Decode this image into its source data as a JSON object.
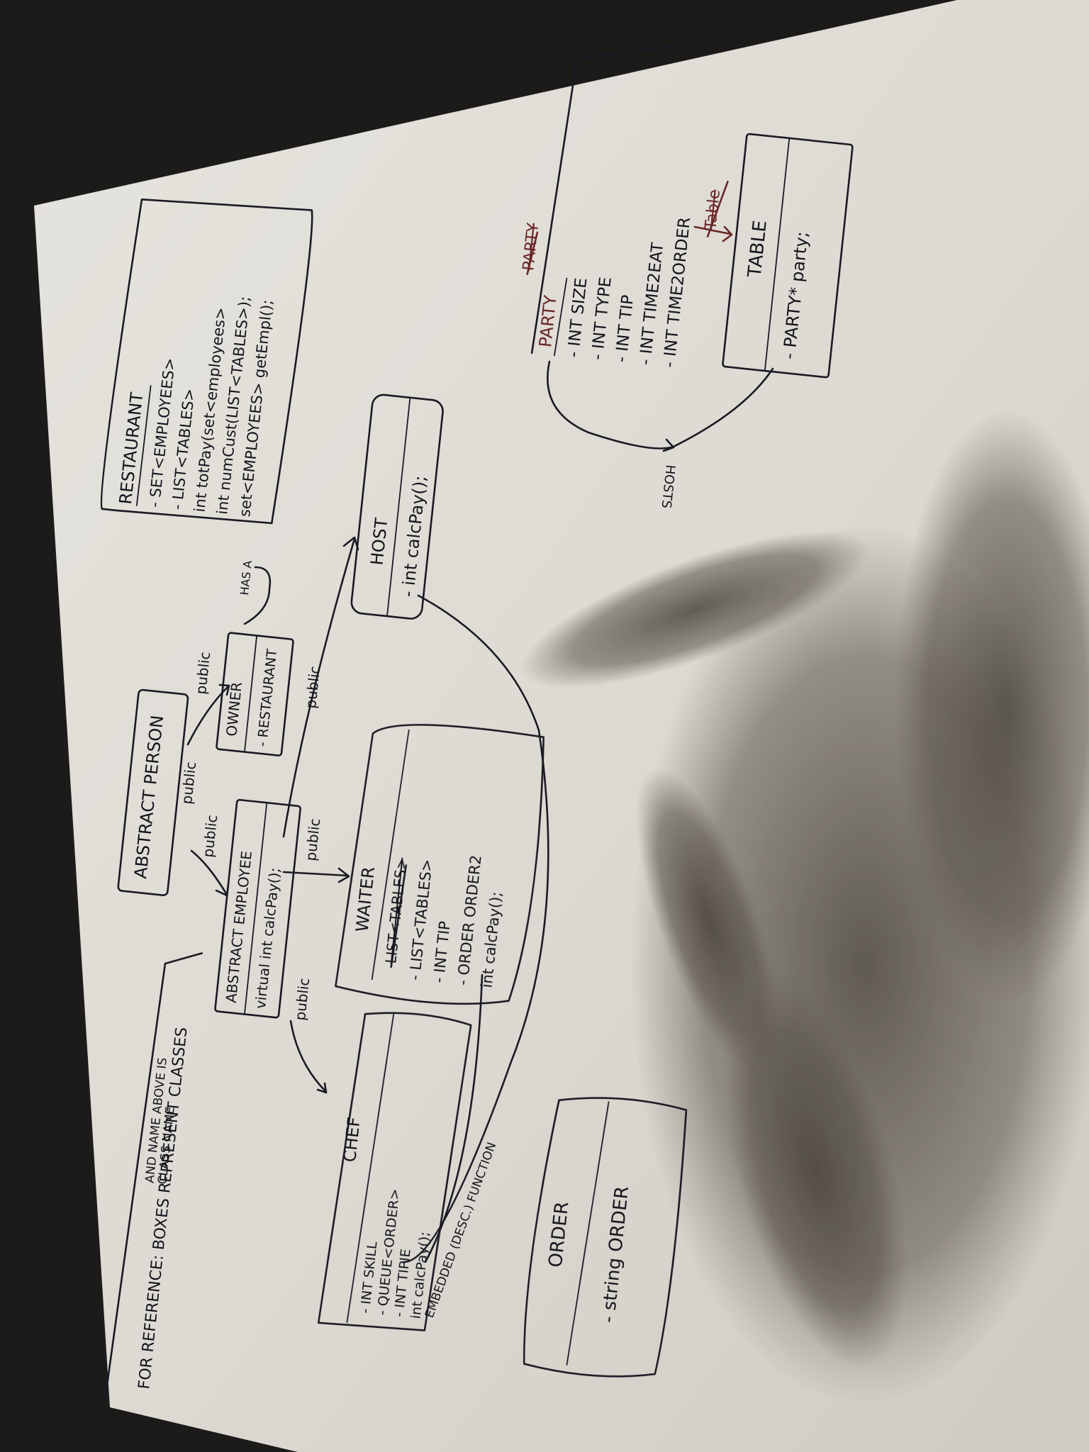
{
  "note": {
    "line1": "FOR REFERENCE: BOXES REPRESENT CLASSES",
    "line2": "AND NAME ABOVE IS",
    "line3": "CLASS NAME"
  },
  "restaurant": {
    "name": "RESTAURANT",
    "members": [
      "- SET<EMPLOYEES>",
      "- LIST<TABLES>",
      "int totPay(set<employees>",
      "int numCust(LIST<TABLES>);",
      "set<EMPLOYEES> getEmpl();"
    ]
  },
  "person": {
    "name": "ABSTRACT PERSON"
  },
  "owner": {
    "name": "OWNER",
    "members": [
      "- RESTAURANT"
    ]
  },
  "employee": {
    "name": "ABSTRACT EMPLOYEE",
    "members": [
      "virtual int calcPay();"
    ]
  },
  "host": {
    "name": "HOST",
    "members": [
      "- int calcPay();"
    ]
  },
  "waiter": {
    "name": "WAITER",
    "struck": "LIST<TABLES>",
    "members": [
      "- LIST<TABLES>",
      "- INT TIP",
      "- ORDER ORDER2",
      "int calcPay();"
    ]
  },
  "chef": {
    "name": "CHEF",
    "members": [
      "- INT SKILL",
      "- QUEUE<ORDER>",
      "- INT TIPIE",
      "int calcPay();"
    ]
  },
  "order": {
    "name": "ORDER",
    "members": [
      "- string ORDER"
    ]
  },
  "party": {
    "struck": "PARTY",
    "name": "PARTY",
    "members": [
      "- INT SIZE",
      "- INT TYPE",
      "- INT TIP",
      "- INT TIME2EAT",
      "- INT TIME2ORDER"
    ]
  },
  "table": {
    "struck": "Table",
    "name": "TABLE",
    "members": [
      "- PARTY* party;"
    ]
  },
  "labels": {
    "public1": "public",
    "public2": "public",
    "public3": "public",
    "public4": "public",
    "public5": "public",
    "public6": "public",
    "has_a": "HAS A",
    "hosts": "HOSTS",
    "embedded": "EMBEDDED (DESC.) FUNCTION"
  },
  "colors": {
    "paper": "#e9e7e1",
    "ink": "#1a1a24",
    "red_ink": "#6a2626",
    "background": "#1c1b1a"
  }
}
